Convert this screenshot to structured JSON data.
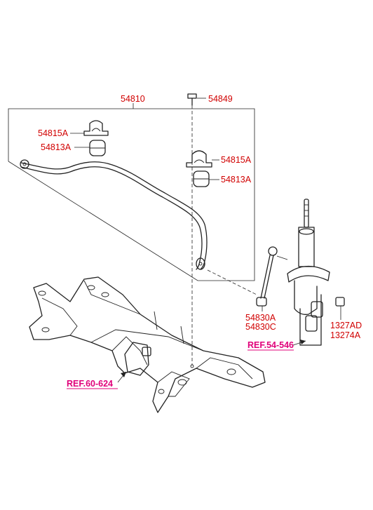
{
  "colors": {
    "part_label": "#d10000",
    "ref_label": "#e0007a",
    "line": "#222222"
  },
  "labels": {
    "assembly": "54810",
    "bolt": "54849",
    "bracket_left": "54815A",
    "bushing_left": "54813A",
    "bracket_right": "54815A",
    "bushing_right": "54813A",
    "link_a": "54830A",
    "link_c": "54830C",
    "nut_ad": "1327AD",
    "nut_a": "13274A",
    "ref_strut": "REF.54-546",
    "ref_subframe": "REF.60-624"
  }
}
